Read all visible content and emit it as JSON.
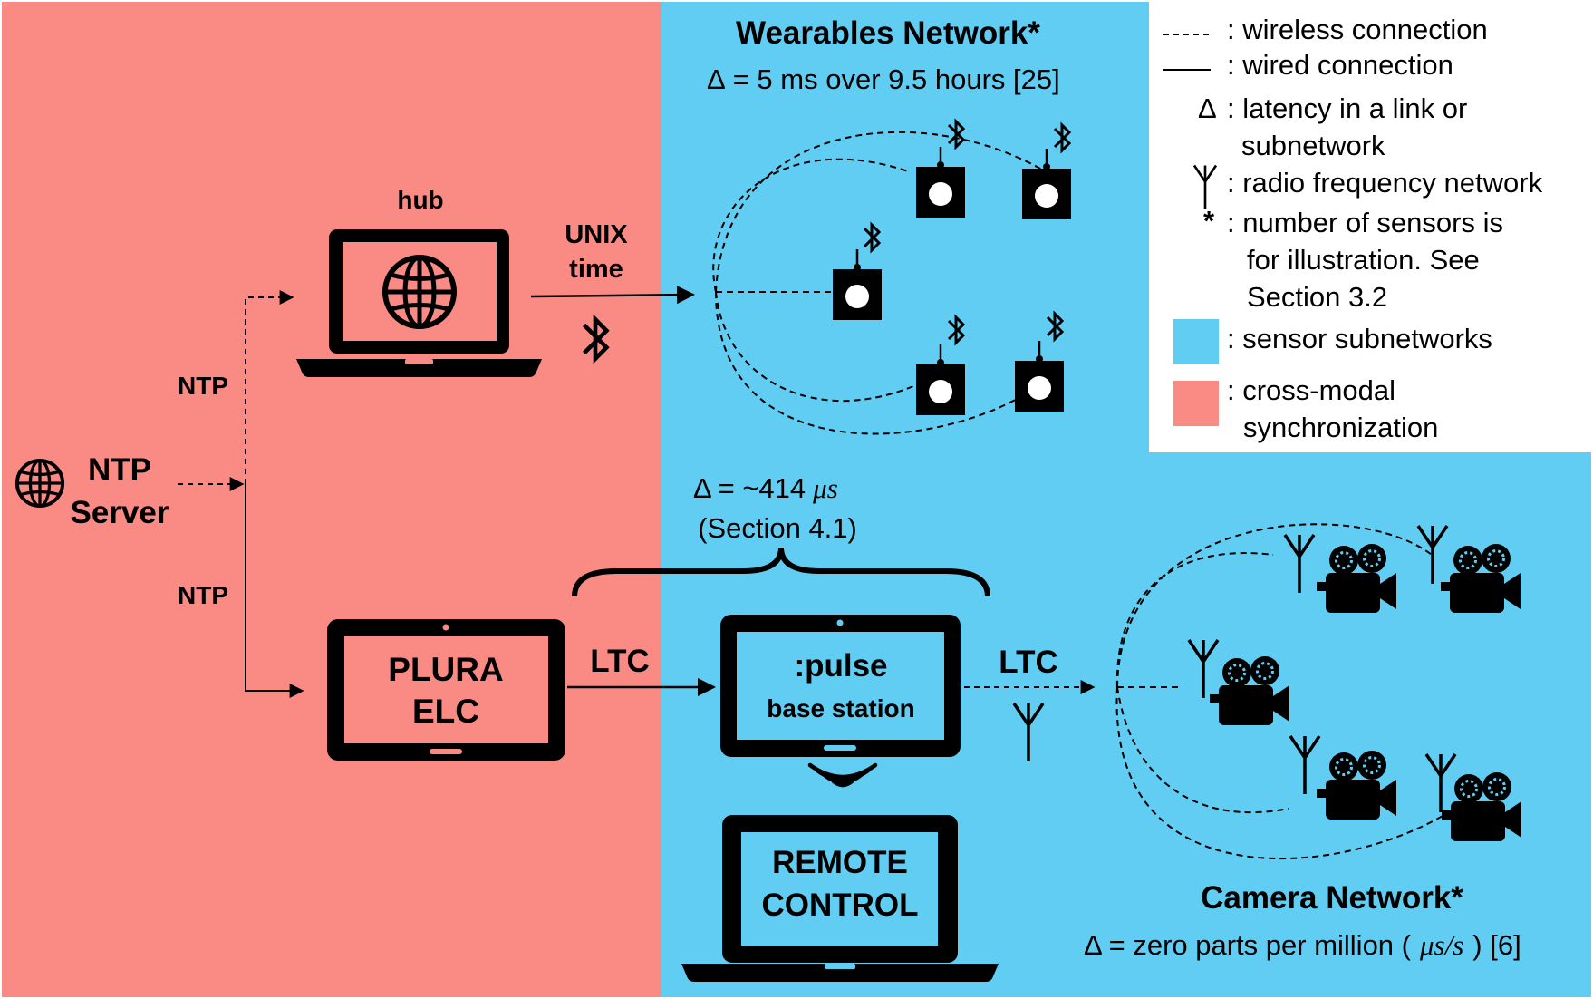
{
  "colors": {
    "sync": "#f98b84",
    "sensor": "#62cdf2",
    "ink": "#000000",
    "legend_bg": "#ffffff"
  },
  "wearables": {
    "title": "Wearables Network*",
    "latency_sym": "Δ",
    "latency_rest": "= 5 ms over 9.5 hours [25]",
    "sensor_icon": "wearable-sensor-icon"
  },
  "hub": {
    "label": "hub",
    "link_line1": "UNIX",
    "link_line2": "time",
    "icon": "globe-icon"
  },
  "ntp": {
    "server_line1": "NTP",
    "server_line2": "Server",
    "link_top": "NTP",
    "link_bottom": "NTP"
  },
  "middle": {
    "latency_prefix": "Δ = ~414",
    "latency_unit": "μs",
    "section": "(Section 4.1)"
  },
  "plura": {
    "line1": "PLURA",
    "line2": "ELC",
    "link": "LTC"
  },
  "pulse": {
    "line1": ":pulse",
    "line2": "base station",
    "link": "LTC",
    "wireless_icon": "wifi-signal-icon"
  },
  "remote": {
    "line1": "REMOTE",
    "line2": "CONTROL"
  },
  "camera": {
    "title": "Camera Network*",
    "latency_prefix": "Δ = zero parts per million (",
    "latency_unit": "μs/s",
    "latency_suffix": ") [6]",
    "camera_icon": "video-camera-icon",
    "antenna_icon": "antenna-icon"
  },
  "legend": {
    "wireless": ": wireless connection",
    "wired": ": wired connection",
    "delta_sym": "Δ",
    "latency_l1": ": latency in a link or",
    "latency_l2": "subnetwork",
    "rf": ": radio frequency network",
    "star_sym": "*",
    "sensors_l1": ": number of sensors is",
    "sensors_l2": "for illustration. See",
    "sensors_l3": "Section 3.2",
    "sensor_sub": ": sensor subnetworks",
    "cross_l1": ": cross-modal",
    "cross_l2": "synchronization"
  }
}
